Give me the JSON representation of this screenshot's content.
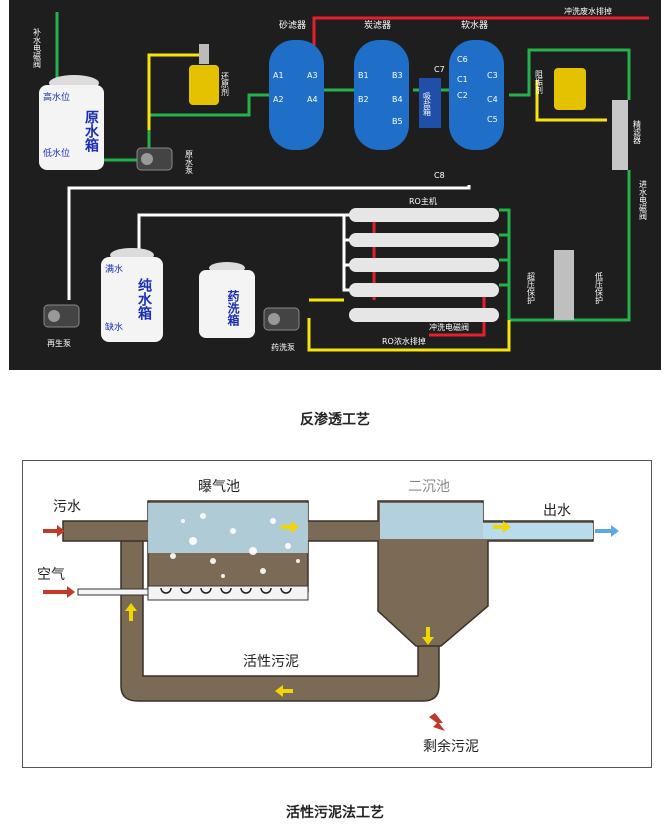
{
  "ro_diagram": {
    "labels": {
      "makeup_valve": "补水电磁阀",
      "raw_tank": "原水箱",
      "high_level": "高水位",
      "low_level": "低水位",
      "raw_pump": "原水泵",
      "reductant": "还原剂",
      "sand_filter": "砂滤器",
      "carbon_filter": "炭滤器",
      "softener": "软水器",
      "salt_tank": "吸盐箱",
      "flush_drain": "冲洗废水排掉",
      "scale_inhibitor": "阻垢剂",
      "precision_filter": "精滤器",
      "inlet_valve": "进水电磁阀",
      "ro_main": "RO主机",
      "overpressure": "超压保护",
      "underpressure": "低压保护",
      "flush_valve": "冲洗电磁阀",
      "ro_concentrate": "RO浓水排掉",
      "pure_tank": "纯水箱",
      "full": "满水",
      "empty": "缺水",
      "chem_tank": "药洗箱",
      "regen_pump": "再生泵",
      "chem_pump": "药洗泵"
    },
    "valve_tags": [
      "A1",
      "A3",
      "A2",
      "A4",
      "B1",
      "B3",
      "B2",
      "B4",
      "B5",
      "C6",
      "C3",
      "C2",
      "C4",
      "C5",
      "C7",
      "C8",
      "C1"
    ],
    "colors": {
      "water_line": "#ffffff",
      "chem_line": "#f5e50a",
      "drain_line": "#e5202a",
      "inlet_line": "#25b24a",
      "vessel": "#1f6fc9",
      "tank": "#f4f4f4"
    }
  },
  "caption_ro": "反渗透工艺",
  "as_diagram": {
    "labels": {
      "aeration_tank": "曝气池",
      "secondary_clarifier": "二沉池",
      "sewage": "污水",
      "air": "空气",
      "effluent": "出水",
      "return_sludge": "活性污泥",
      "excess_sludge": "剩余污泥"
    },
    "colors": {
      "sludge": "#7b6a55",
      "water": "#b8dcec",
      "arrow": "#f2d600",
      "air_arrow": "#c0392b",
      "out_arrow": "#5aa9e6"
    }
  },
  "caption_as": "活性污泥法工艺"
}
